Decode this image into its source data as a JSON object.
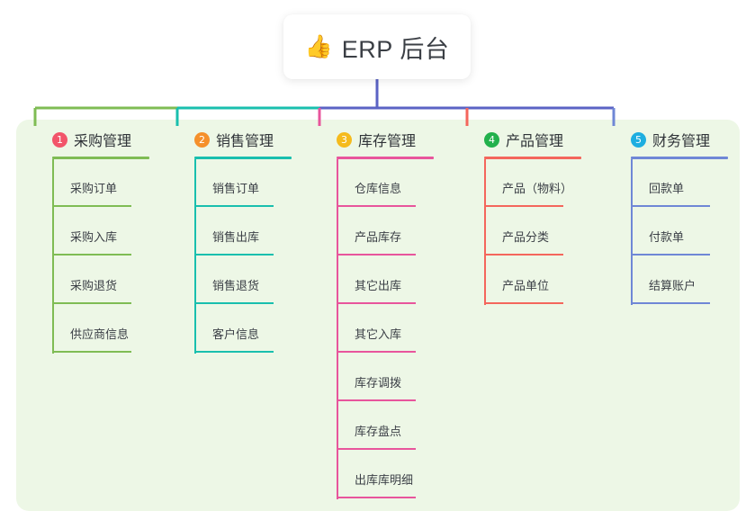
{
  "title": {
    "icon": "thumbs-up-icon",
    "icon_glyph": "👍",
    "text": "ERP 后台"
  },
  "theme": {
    "panel_bg": "#edf7e6",
    "page_bg": "#ffffff",
    "title_text": "#3b3f45",
    "item_text": "#3c4047",
    "trunk": "#5b63c4"
  },
  "columns": [
    {
      "index": "1",
      "badge_color": "#f2556a",
      "line_color": "#7fbc54",
      "title": "采购管理",
      "items": [
        "采购订单",
        "采购入库",
        "采购退货",
        "供应商信息"
      ]
    },
    {
      "index": "2",
      "badge_color": "#f5902b",
      "line_color": "#19bfae",
      "title": "销售管理",
      "items": [
        "销售订单",
        "销售出库",
        "销售退货",
        "客户信息"
      ]
    },
    {
      "index": "3",
      "badge_color": "#f5bb1d",
      "line_color": "#e8559c",
      "title": "库存管理",
      "items": [
        "仓库信息",
        "产品库存",
        "其它出库",
        "其它入库",
        "库存调拨",
        "库存盘点",
        "出库库明细"
      ]
    },
    {
      "index": "4",
      "badge_color": "#22b14c",
      "line_color": "#f4665c",
      "title": "产品管理",
      "items": [
        "产品（物料）",
        "产品分类",
        "产品单位"
      ]
    },
    {
      "index": "5",
      "badge_color": "#1eaee0",
      "line_color": "#6f87d6",
      "title": "财务管理",
      "items": [
        "回款单",
        "付款单",
        "结算账户"
      ]
    }
  ]
}
